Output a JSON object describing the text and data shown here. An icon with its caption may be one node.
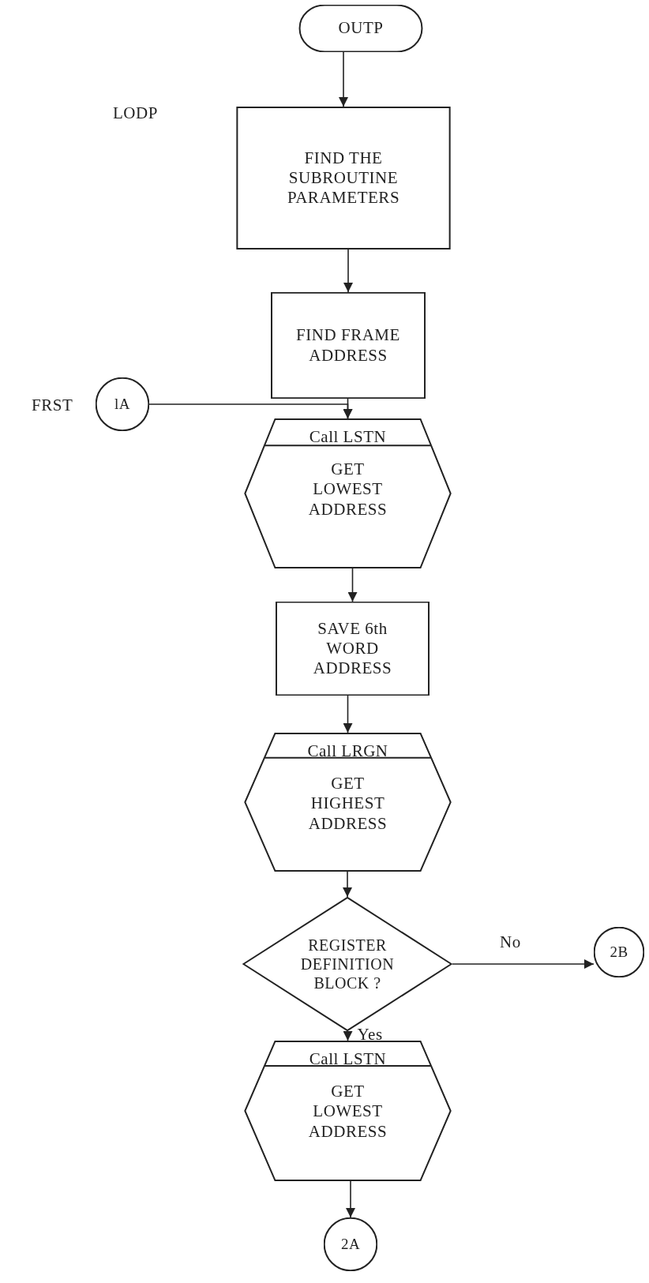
{
  "diagram": {
    "nodes": [
      {
        "text": [
          "OUTP"
        ]
      },
      {
        "text": [
          "FIND THE SUBROUTINE PARAMETERS"
        ]
      },
      {
        "text": [
          "FIND FRAME ADDRESS"
        ]
      },
      {
        "text": [
          "lA"
        ],
        "beside": [
          "FRST"
        ]
      },
      {
        "text": [
          "Call LSTN",
          "GET LOWEST ADDRESS"
        ]
      },
      {
        "text": [
          "SAVE 6th WORD ADDRESS"
        ]
      },
      {
        "text": [
          "Call LRGN",
          "GET HIGHEST ADDRESS"
        ]
      },
      {
        "text": [
          "REGISTER DEFINITION BLOCK ?"
        ]
      },
      {
        "text": [
          "2B"
        ]
      },
      {
        "text": [
          "Call LSTN",
          "GET LOWEST ADDRESS"
        ]
      },
      {
        "text": [
          "2A"
        ]
      }
    ],
    "edges": [
      {
        "from": 0,
        "to": 1,
        "arrow": "to"
      },
      {
        "from": 1,
        "to": 2,
        "arrow": "to"
      },
      {
        "from": 2,
        "to": 4,
        "arrow": "to"
      },
      {
        "from": 3,
        "to": 4,
        "arrow": "to"
      },
      {
        "from": 4,
        "to": 5,
        "arrow": "to"
      },
      {
        "from": 5,
        "to": 6,
        "arrow": "to"
      },
      {
        "from": 6,
        "to": 7,
        "arrow": "to"
      },
      {
        "from": 7,
        "to": 8,
        "arrow": "to",
        "label": "No"
      },
      {
        "from": 7,
        "to": 9,
        "arrow": "to",
        "label": "Yes"
      },
      {
        "from": 9,
        "to": 10,
        "arrow": "to"
      }
    ],
    "labels": [
      "LODP"
    ]
  }
}
